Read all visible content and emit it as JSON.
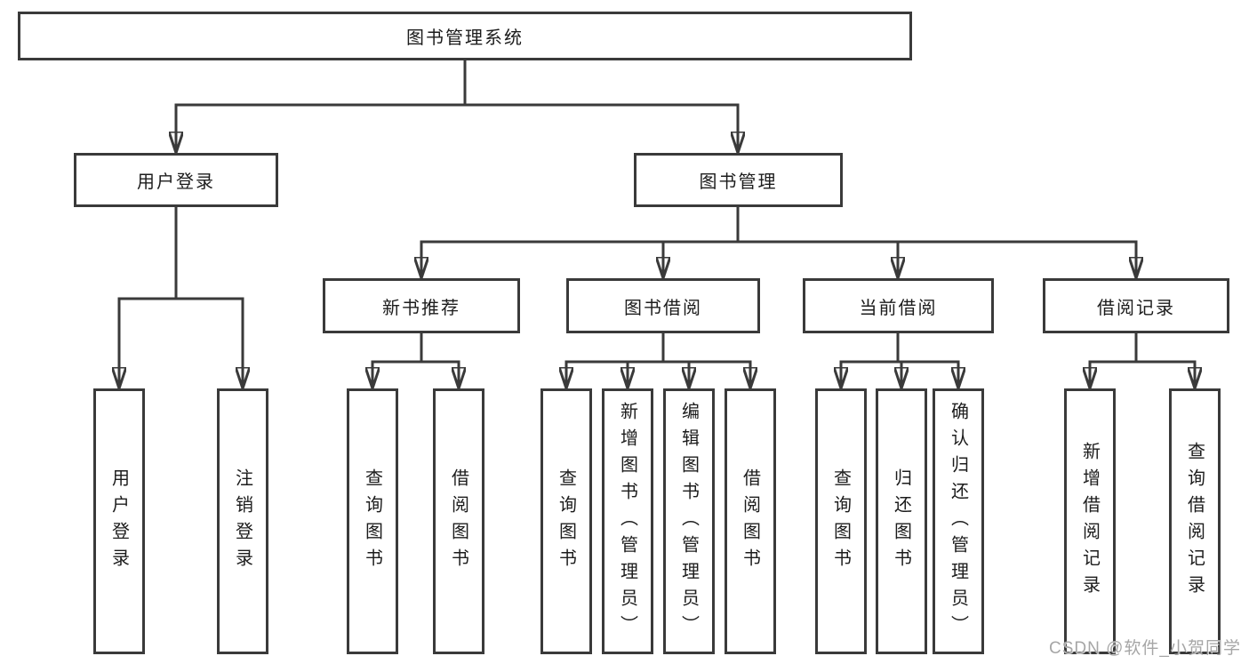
{
  "tree": {
    "root": {
      "label": "图书管理系统"
    },
    "branches": [
      {
        "label": "用户登录",
        "children": [
          {
            "label": "用户登录"
          },
          {
            "label": "注销登录"
          }
        ]
      },
      {
        "label": "图书管理",
        "children": [
          {
            "label": "新书推荐",
            "children": [
              {
                "label": "查询图书"
              },
              {
                "label": "借阅图书"
              }
            ]
          },
          {
            "label": "图书借阅",
            "children": [
              {
                "label": "查询图书"
              },
              {
                "label": "新增图书（管理员）"
              },
              {
                "label": "编辑图书（管理员）"
              },
              {
                "label": "借阅图书"
              }
            ]
          },
          {
            "label": "当前借阅",
            "children": [
              {
                "label": "查询图书"
              },
              {
                "label": "归还图书"
              },
              {
                "label": "确认归还（管理员）"
              }
            ]
          },
          {
            "label": "借阅记录",
            "children": [
              {
                "label": "新增借阅记录"
              },
              {
                "label": "查询借阅记录"
              }
            ]
          }
        ]
      }
    ]
  },
  "watermark": {
    "text": "CSDN @软件_小贺同学"
  },
  "colors": {
    "line": "#3a3a3a",
    "box_border": "#3a3a3a",
    "text": "#1c1c1c",
    "background": "#ffffff",
    "watermark": "#a6a6a6"
  }
}
